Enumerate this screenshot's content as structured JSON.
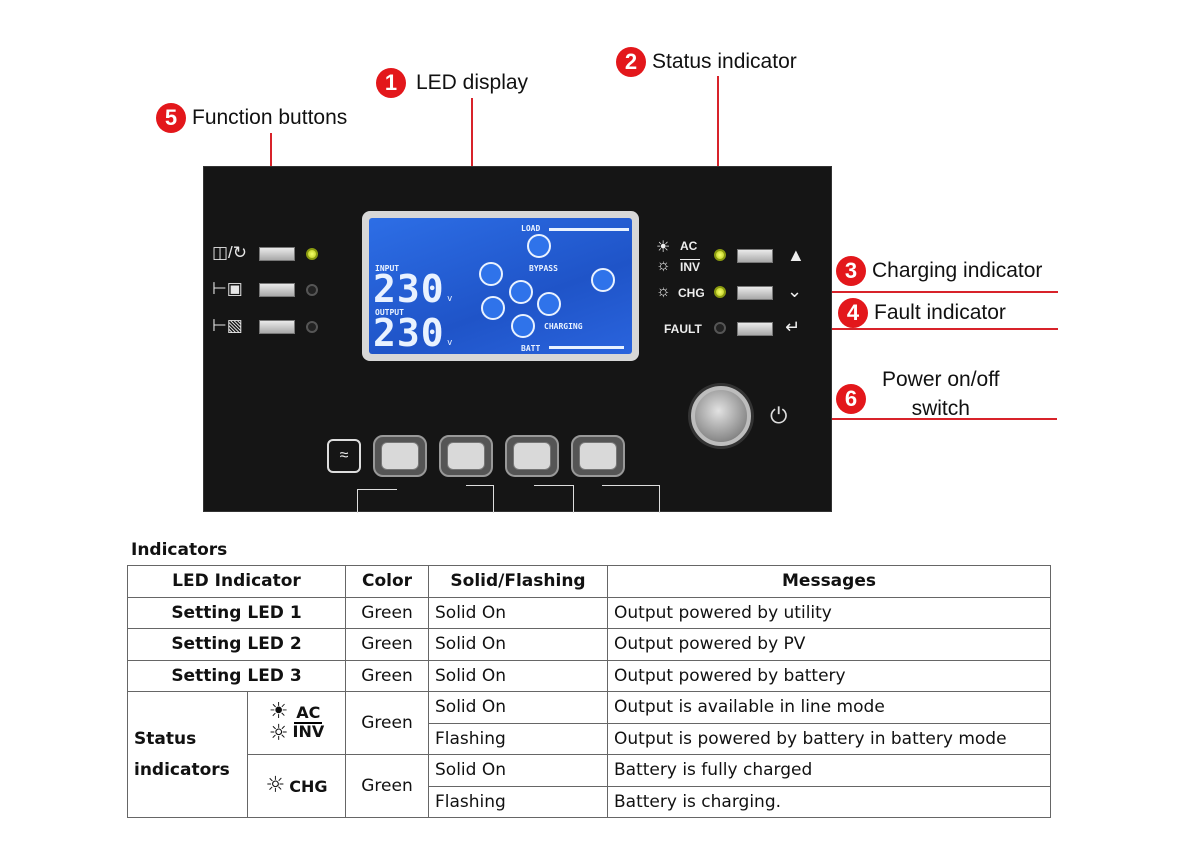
{
  "callouts": [
    {
      "num": "1",
      "label": "LED display"
    },
    {
      "num": "2",
      "label": "Status indicator"
    },
    {
      "num": "3",
      "label": "Charging indicator"
    },
    {
      "num": "4",
      "label": "Fault indicator"
    },
    {
      "num": "5",
      "label": "Function buttons"
    },
    {
      "num": "6",
      "label_line1": "Power on/off",
      "label_line2": "switch"
    }
  ],
  "panel": {
    "lcd": {
      "load": "LOAD",
      "input": "INPUT",
      "output": "OUTPUT",
      "input_value": "230",
      "output_value": "230",
      "unit": "v",
      "bypass": "BYPASS",
      "charging": "CHARGING",
      "batt": "BATT"
    },
    "labels": {
      "ac": "AC",
      "inv": "INV",
      "chg": "CHG",
      "fault": "FAULT"
    },
    "colors": {
      "led_on": "#c8d81f",
      "lcd": "#2560d8",
      "accent": "#e3171b"
    }
  },
  "table": {
    "title": "Indicators",
    "headers": [
      "LED Indicator",
      "Color",
      "Solid/Flashing",
      "Messages"
    ],
    "setting_rows": [
      {
        "indicator": "Setting LED 1",
        "color": "Green",
        "mode": "Solid On",
        "message": "Output powered by utility"
      },
      {
        "indicator": "Setting LED 2",
        "color": "Green",
        "mode": "Solid On",
        "message": "Output powered by PV"
      },
      {
        "indicator": "Setting LED 3",
        "color": "Green",
        "mode": "Solid On",
        "message": "Output powered by battery"
      }
    ],
    "status": {
      "label_line1": "Status",
      "label_line2": "indicators",
      "ac_inv": {
        "ac": "AC",
        "inv": "INV",
        "color": "Green",
        "rows": [
          {
            "mode": "Solid On",
            "message": "Output is available in line mode"
          },
          {
            "mode": "Flashing",
            "message": "Output is powered by battery in battery mode"
          }
        ]
      },
      "chg": {
        "label": "CHG",
        "color": "Green",
        "rows": [
          {
            "mode": "Solid On",
            "message": "Battery is fully charged"
          },
          {
            "mode": "Flashing",
            "message": "Battery is charging."
          }
        ]
      }
    }
  }
}
